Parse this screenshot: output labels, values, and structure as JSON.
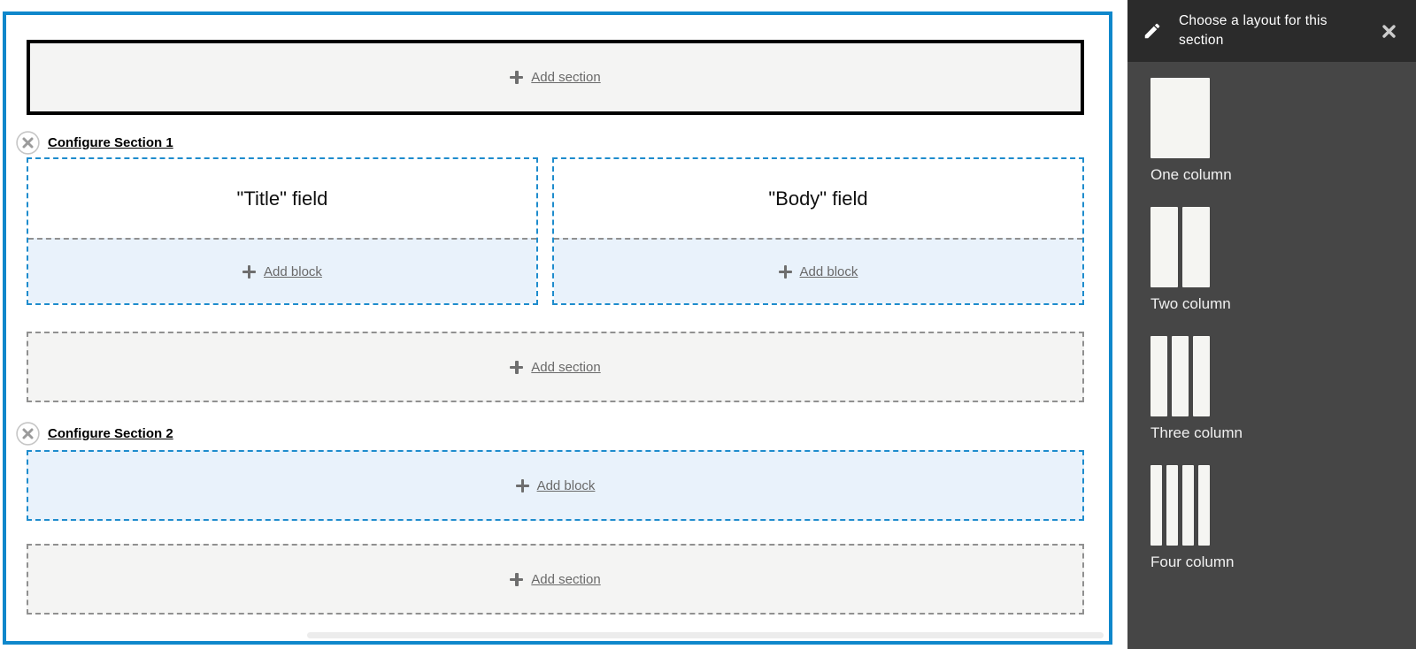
{
  "canvas": {
    "add_section_label": "Add section",
    "add_block_label": "Add block",
    "sections": [
      {
        "configure_label": "Configure Section 1",
        "blocks": [
          "\"Title\" field",
          "\"Body\" field"
        ]
      },
      {
        "configure_label": "Configure Section 2",
        "blocks": []
      }
    ]
  },
  "sidebar": {
    "title": "Choose a layout for this section",
    "layouts": [
      {
        "label": "One column",
        "columns": 1
      },
      {
        "label": "Two column",
        "columns": 2
      },
      {
        "label": "Three column",
        "columns": 3
      },
      {
        "label": "Four column",
        "columns": 4
      }
    ]
  },
  "icons": {
    "pencil-icon": "✏",
    "close-icon": "✕",
    "plus-icon": "+",
    "circle-x-icon": "ⓧ"
  },
  "colors": {
    "frame_blue": "#0f87cb",
    "section_dash_blue": "#1e8ccd",
    "block_bg_blue": "#e9f2fb",
    "muted_bg": "#f4f4f3",
    "dash_gray": "#909090",
    "link_gray": "#696969",
    "sidebar_header_bg": "#2b2b2b",
    "sidebar_body_bg": "#464646",
    "thumb_fill": "#f5f5f2"
  }
}
